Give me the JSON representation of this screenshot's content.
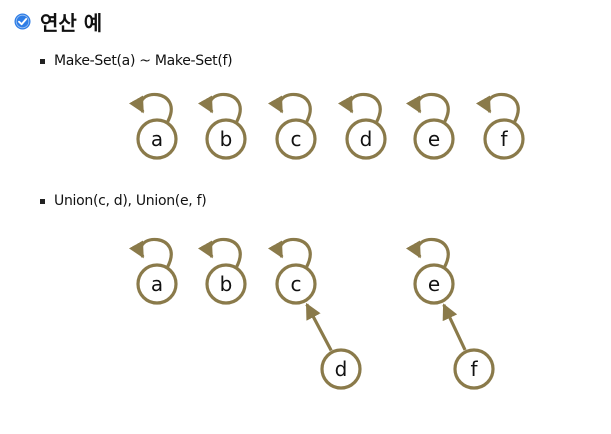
{
  "slide": {
    "title": "연산 예",
    "title_icon": "check-circle-icon",
    "accent_color": "#2e7de6",
    "node_color": "#8a7a4a"
  },
  "sections": [
    {
      "label": "Make-Set(a) ~ Make-Set(f)"
    },
    {
      "label": "Union(c, d), Union(e, f)"
    }
  ],
  "make_set_nodes": [
    {
      "label": "a",
      "self_loop": true
    },
    {
      "label": "b",
      "self_loop": true
    },
    {
      "label": "c",
      "self_loop": true
    },
    {
      "label": "d",
      "self_loop": true
    },
    {
      "label": "e",
      "self_loop": true
    },
    {
      "label": "f",
      "self_loop": true
    }
  ],
  "union_nodes": [
    {
      "label": "a",
      "self_loop": true,
      "parent": "a"
    },
    {
      "label": "b",
      "self_loop": true,
      "parent": "b"
    },
    {
      "label": "c",
      "self_loop": true,
      "parent": "c"
    },
    {
      "label": "e",
      "self_loop": true,
      "parent": "e"
    },
    {
      "label": "d",
      "self_loop": false,
      "parent": "c"
    },
    {
      "label": "f",
      "self_loop": false,
      "parent": "e"
    }
  ]
}
